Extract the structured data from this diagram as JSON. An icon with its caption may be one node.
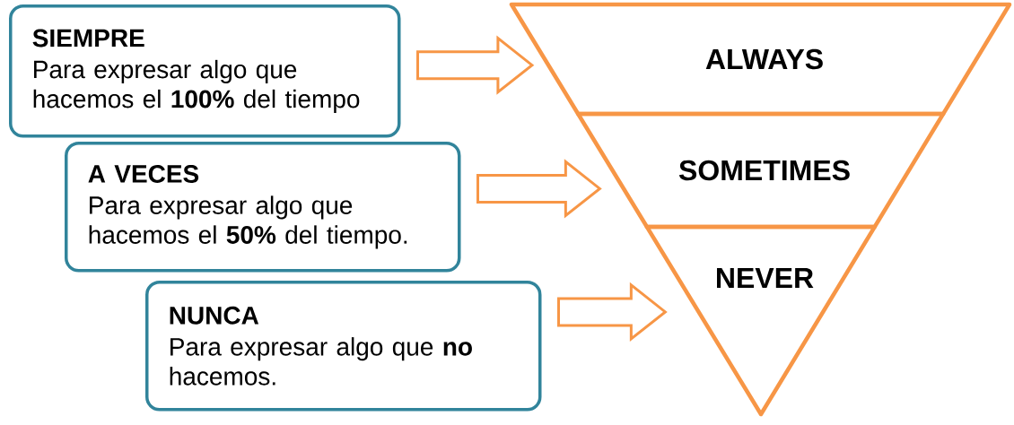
{
  "diagram": {
    "nodes": [
      {
        "text": [
          "SIEMPRE",
          "Para expresar algo que hacemos el **100%** del tiempo"
        ]
      },
      {
        "text": [
          "A VECES",
          "Para expresar algo que hacemos el **50%** del tiempo."
        ]
      },
      {
        "text": [
          "NUNCA",
          "Para expresar algo que **no** hacemos."
        ]
      },
      {
        "text": [
          "ALWAYS"
        ]
      },
      {
        "text": [
          "SOMETIMES"
        ]
      },
      {
        "text": [
          "NEVER"
        ]
      }
    ],
    "edges": [
      {
        "from": 0,
        "to": 3,
        "arrow": "to"
      },
      {
        "from": 1,
        "to": 4,
        "arrow": "to"
      },
      {
        "from": 2,
        "to": 5,
        "arrow": "to"
      }
    ]
  }
}
